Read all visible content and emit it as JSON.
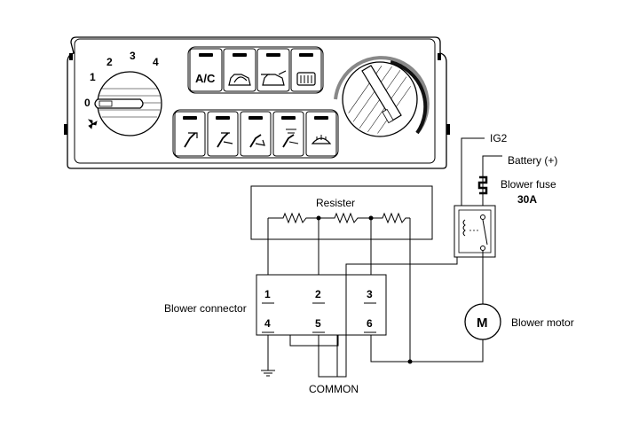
{
  "panel": {
    "fan_speeds": [
      "0",
      "1",
      "2",
      "3",
      "4"
    ],
    "buttons_top": [
      {
        "label": "A/C",
        "icon": "ac-text"
      },
      {
        "label": "",
        "icon": "recirculate-icon"
      },
      {
        "label": "",
        "icon": "fresh-air-icon"
      },
      {
        "label": "",
        "icon": "rear-defrost-icon"
      }
    ],
    "buttons_bottom": [
      {
        "icon": "vent-face-icon"
      },
      {
        "icon": "vent-bilevel-icon"
      },
      {
        "icon": "vent-floor-icon"
      },
      {
        "icon": "vent-floor-defrost-icon"
      },
      {
        "icon": "defrost-icon"
      }
    ],
    "fan_icon": "fan-icon"
  },
  "circuit": {
    "resister_label": "Resister",
    "ig2_label": "IG2",
    "battery_label": "Battery (+)",
    "fuse_label": "Blower fuse",
    "fuse_rating": "30A",
    "connector_label": "Blower connector",
    "motor_label": "Blower motor",
    "motor_symbol": "M",
    "common_label": "COMMON",
    "pins": [
      "1",
      "2",
      "3",
      "4",
      "5",
      "6"
    ]
  }
}
